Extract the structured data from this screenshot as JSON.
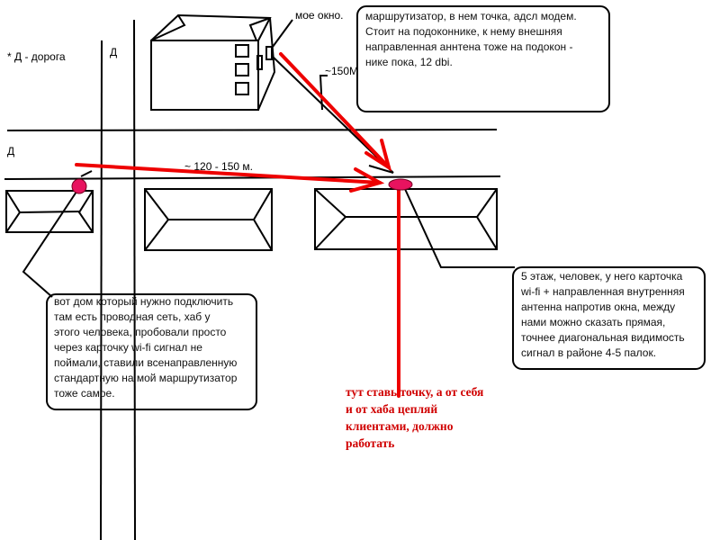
{
  "labels": {
    "legend": "* Д - дорога",
    "road_vertical": "Д",
    "road_horizontal": "Д",
    "my_window": "мое окно.",
    "distance_router": "~150M",
    "distance_house": "~ 120 - 150 м."
  },
  "notes": {
    "router": "маршрутизатор, в нем точка, адсл модем.\nСтоит на подоконнике, к нему внешняя\nнаправленная аннтена тоже на подокон -\nнике пока, 12 dbi.",
    "target_house": "вот дом который нужно подключить\nтам есть проводная сеть, хаб у\nэтого человека, пробовали просто\nчерез карточку wi-fi сигнал не\nпоймали, ставили всенаправленную\nстандартную на мой маршрутизатор\n тоже самое.",
    "fifth_floor": "5 этаж, человек, у него карточка\nwi-fi + направленная внутренняя\nантенна напротив окна, между\nнами можно сказать прямая,\nточнее диагональная видимость\n  сигнал в районе 4-5 палок.",
    "advice": "тут ставь точку, а от себя\nи от хаба цепляй\nклиентами, должно\nработать"
  },
  "colors": {
    "arrow": "#ee0000",
    "dot": "#e8135f",
    "advice_text": "#d00000"
  }
}
